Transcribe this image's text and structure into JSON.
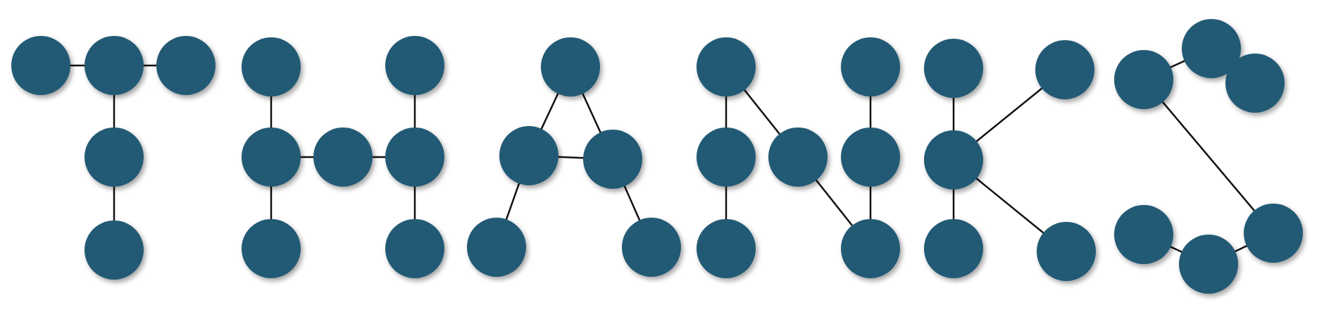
{
  "diagram": {
    "type": "node-link",
    "colors": {
      "node_fill": "#245a74",
      "edge_stroke": "#111111",
      "background": "#ffffff"
    },
    "glyphs": [
      {
        "letter": "T",
        "nodes": [
          "t1",
          "t2",
          "t3",
          "t4",
          "t5"
        ],
        "edges": [
          [
            "t1",
            "t2"
          ],
          [
            "t2",
            "t3"
          ],
          [
            "t2",
            "t4"
          ],
          [
            "t4",
            "t5"
          ]
        ]
      },
      {
        "letter": "H",
        "nodes": [
          "h1",
          "h2",
          "h3",
          "h4",
          "h5",
          "h6",
          "h7"
        ],
        "edges": [
          [
            "h1",
            "h2"
          ],
          [
            "h2",
            "h3"
          ],
          [
            "h2",
            "h4"
          ],
          [
            "h4",
            "h5"
          ],
          [
            "h5",
            "h6"
          ],
          [
            "h5",
            "h7"
          ]
        ]
      },
      {
        "letter": "A",
        "nodes": [
          "a1",
          "a2",
          "a3",
          "a4",
          "a5"
        ],
        "edges": [
          [
            "a1",
            "a2"
          ],
          [
            "a1",
            "a3"
          ],
          [
            "a2",
            "a3"
          ],
          [
            "a2",
            "a4"
          ],
          [
            "a3",
            "a5"
          ]
        ]
      },
      {
        "letter": "N",
        "nodes": [
          "n1",
          "n2",
          "n3",
          "n4",
          "n5",
          "n6",
          "n7"
        ],
        "edges": [
          [
            "n1",
            "n2"
          ],
          [
            "n2",
            "n3"
          ],
          [
            "n1",
            "n4"
          ],
          [
            "n4",
            "n7"
          ],
          [
            "n5",
            "n6"
          ],
          [
            "n6",
            "n7"
          ]
        ]
      },
      {
        "letter": "K",
        "nodes": [
          "k1",
          "k2",
          "k3",
          "k4",
          "k5"
        ],
        "edges": [
          [
            "k1",
            "k2"
          ],
          [
            "k2",
            "k3"
          ],
          [
            "k2",
            "k4"
          ],
          [
            "k2",
            "k5"
          ]
        ]
      },
      {
        "letter": "S",
        "nodes": [
          "s1",
          "s2",
          "s3",
          "s4",
          "s5",
          "s6"
        ],
        "edges": [
          [
            "s1",
            "s2"
          ],
          [
            "s2",
            "s3"
          ],
          [
            "s1",
            "s4"
          ],
          [
            "s4",
            "s5"
          ],
          [
            "s5",
            "s6"
          ]
        ]
      }
    ]
  }
}
